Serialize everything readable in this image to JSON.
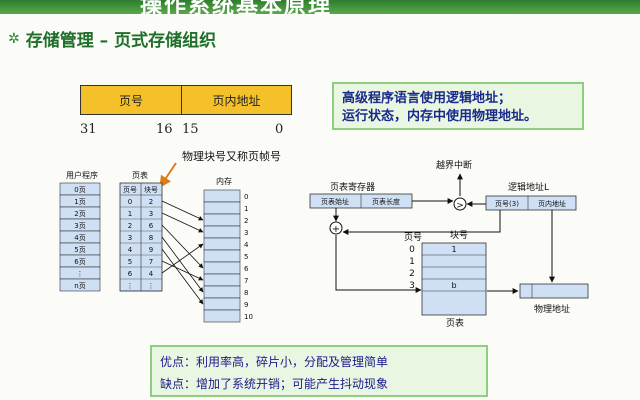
{
  "slide": {
    "top_title": "操作系统基本原理",
    "heading": "存储管理 – 页式存储组织",
    "address_format": {
      "page_label": "页号",
      "offset_label": "页内地址",
      "bits": [
        "31",
        "16",
        "15",
        "0"
      ]
    },
    "note": {
      "line1": "高级程序语言使用逻辑地址；",
      "line2": "运行状态，内存中使用物理地址。"
    },
    "summary": {
      "pros": "优点：利用率高，碎片小，分配及管理简单",
      "cons": "缺点：增加了系统开销；可能产生抖动现象"
    }
  },
  "left_diagram": {
    "annotation": "物理块号又称页帧号",
    "user_program_label": "用户程序",
    "user_pages": [
      "0页",
      "1页",
      "2页",
      "3页",
      "4页",
      "5页",
      "6页",
      "⋮",
      "n页"
    ],
    "page_table_label": "页表",
    "page_table_headers": [
      "页号",
      "块号"
    ],
    "page_table_rows": [
      [
        "0",
        "2"
      ],
      [
        "1",
        "3"
      ],
      [
        "2",
        "6"
      ],
      [
        "3",
        "8"
      ],
      [
        "4",
        "9"
      ],
      [
        "5",
        "7"
      ],
      [
        "6",
        "4"
      ],
      [
        "⋮",
        "⋮"
      ]
    ],
    "memory_label": "内存",
    "memory_blocks": [
      "0",
      "1",
      "2",
      "3",
      "4",
      "5",
      "6",
      "7",
      "8",
      "9",
      "10"
    ]
  },
  "right_diagram": {
    "out_of_bounds": "越界中断",
    "register_label": "页表寄存器",
    "register_fields": [
      "页表始址",
      "页表长度"
    ],
    "logical_addr_label": "逻辑地址L",
    "logical_fields": [
      "页号(3)",
      "页内地址"
    ],
    "compare_symbol": ">",
    "add_symbol": "+",
    "page_no_label": "页号",
    "block_no_label": "块号",
    "table_row_labels": [
      "0",
      "1",
      "2",
      "3"
    ],
    "table_cells": [
      "1",
      "",
      "",
      "b"
    ],
    "page_table_label": "页表",
    "physical_addr_label": "物理地址"
  }
}
